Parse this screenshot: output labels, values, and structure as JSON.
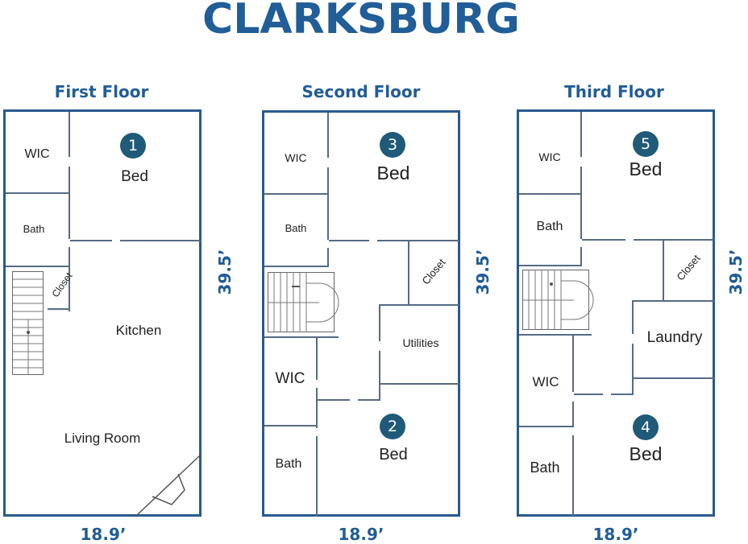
{
  "title": "CLARKSBURG",
  "colors": {
    "accent": "#215d96",
    "badge": "#1f5a78",
    "wall": "#2a5a8e"
  },
  "floors": [
    {
      "label": "First Floor",
      "width_dim": "18.9’",
      "height_dim": "39.5’",
      "rooms": {
        "wic": "WIC",
        "bath": "Bath",
        "closet": "Closet",
        "bed": "Bed",
        "kitchen": "Kitchen",
        "living": "Living Room"
      },
      "badges": {
        "bed": "1"
      }
    },
    {
      "label": "Second Floor",
      "width_dim": "18.9’",
      "height_dim": "39.5’",
      "rooms": {
        "wic_top": "WIC",
        "bath_top": "Bath",
        "bed_top": "Bed",
        "closet": "Closet",
        "utilities": "Utilities",
        "wic_bottom": "WIC",
        "bath_bottom": "Bath",
        "bed_bottom": "Bed"
      },
      "badges": {
        "bed_top": "3",
        "bed_bottom": "2"
      }
    },
    {
      "label": "Third Floor",
      "width_dim": "18.9’",
      "height_dim": "39.5’",
      "rooms": {
        "wic_top": "WIC",
        "bath_top": "Bath",
        "bed_top": "Bed",
        "closet": "Closet",
        "laundry": "Laundry",
        "wic_bottom": "WIC",
        "bath_bottom": "Bath",
        "bed_bottom": "Bed"
      },
      "badges": {
        "bed_top": "5",
        "bed_bottom": "4"
      }
    }
  ]
}
